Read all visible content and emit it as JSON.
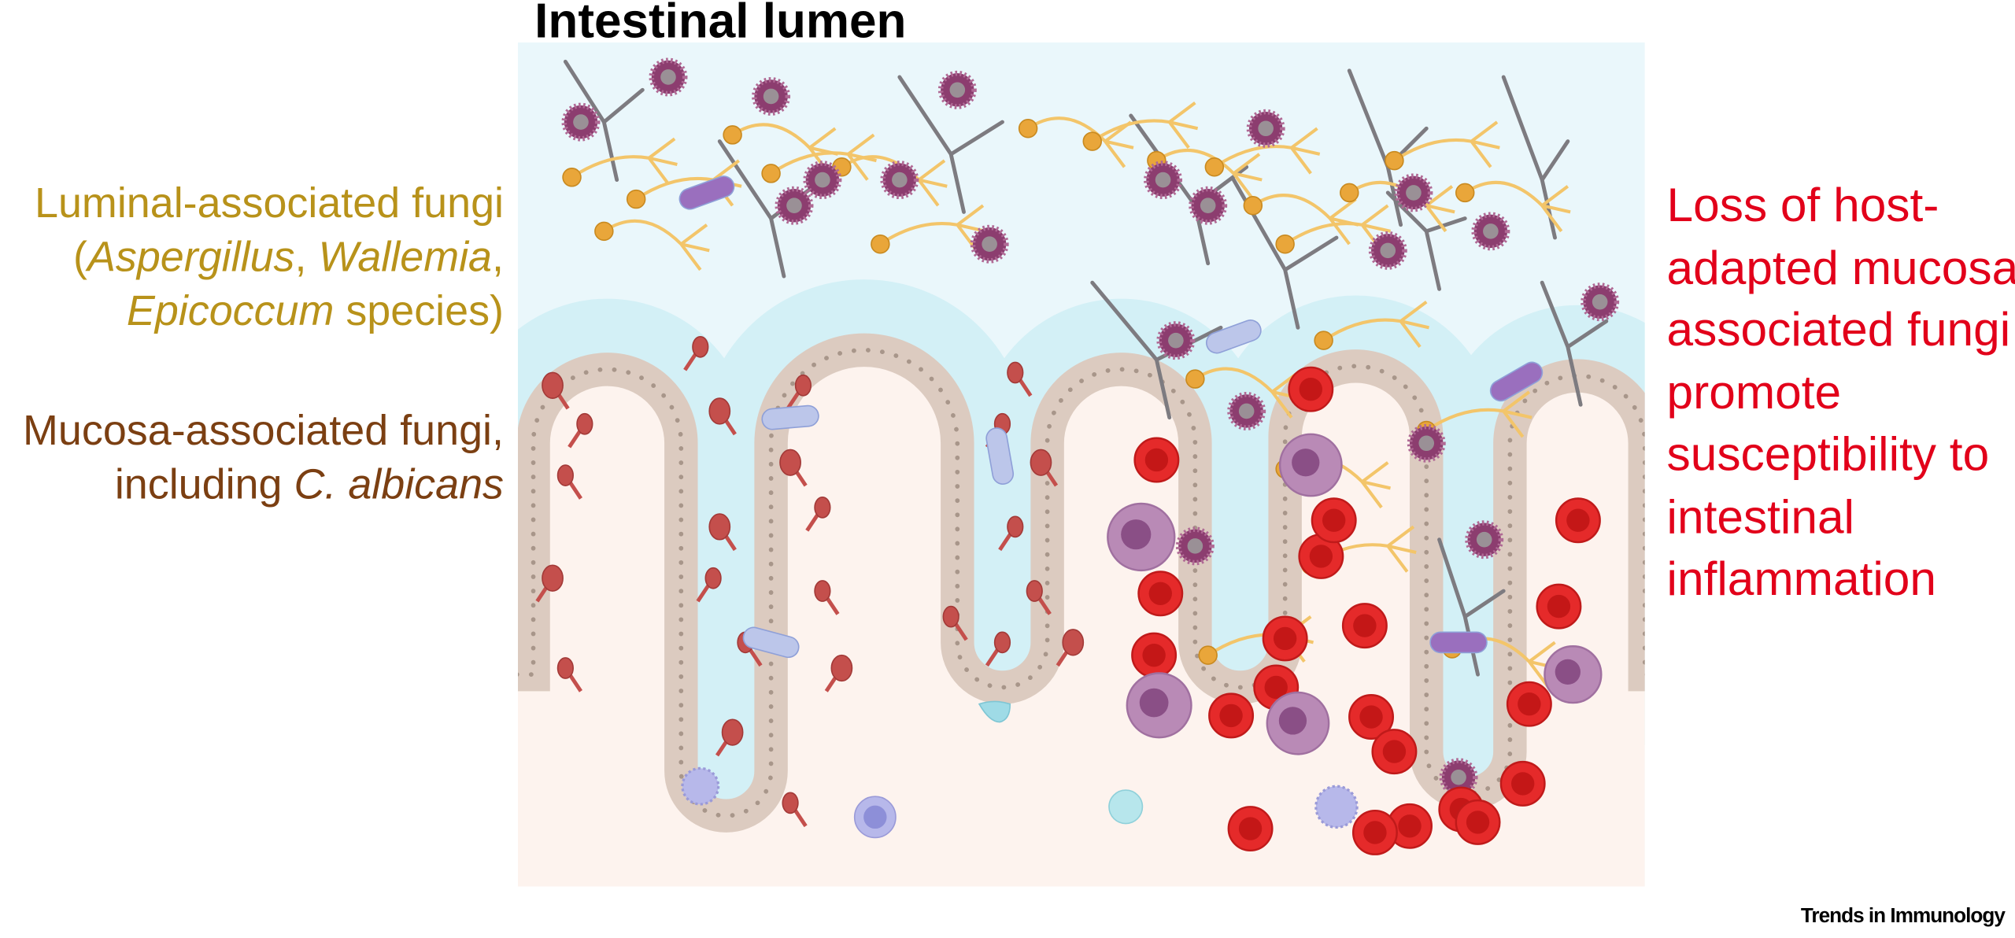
{
  "title": "Intestinal lumen",
  "left_labels": {
    "luminal": {
      "line1": "Luminal-associated fungi",
      "line2_open": "(",
      "genus1": "Aspergillus",
      "sep1": ", ",
      "genus2": "Wallemia",
      "sep2": ",",
      "genus3": "Epicoccum",
      "line3_tail": " species)"
    },
    "mucosa": {
      "line1": "Mucosa-associated fungi,",
      "line2_prefix": "including ",
      "species": "C. albicans"
    }
  },
  "right_label": {
    "lines": [
      "Loss of host-",
      "adapted mucosa-",
      "associated fungi",
      "promote",
      "susceptibility to",
      "intestinal",
      "inflammation"
    ]
  },
  "journal": "Trends in Immunology",
  "colors": {
    "luminal_fungi_text": "#b8921a",
    "mucosa_fungi_text": "#7b3f12",
    "outcome_text": "#e2001a",
    "lumen": "#eaf7fb",
    "mucus": "#d3f0f6",
    "tissue": "#fdf3ee",
    "epithelium": "#dccbc0",
    "candida": "#c44f4c",
    "aspergillus": "#e9a63a",
    "spore": "#8c3d6f",
    "rbc": "#e52a2a",
    "neutrophil": "#b98ab6",
    "bacteria": "#bcc6ea"
  }
}
